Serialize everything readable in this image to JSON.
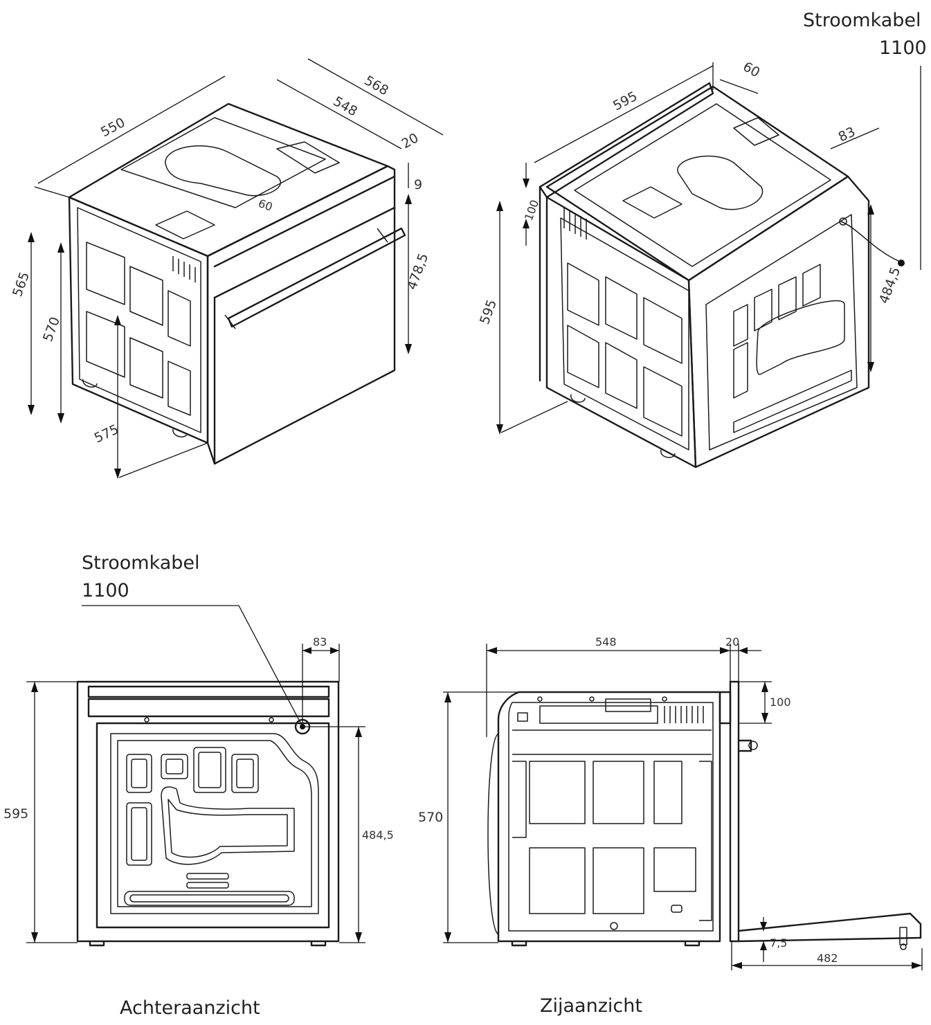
{
  "views": {
    "iso_front": {
      "dims": {
        "d550": "550",
        "d548": "548",
        "d568": "568",
        "d20": "20",
        "d9": "9",
        "d60": "60",
        "d565": "565",
        "d570": "570",
        "d575": "575",
        "d478": "478,5"
      }
    },
    "iso_rear": {
      "cable_label": "Stroomkabel",
      "cable_length": "1100",
      "dims": {
        "d595w": "595",
        "d60": "60",
        "d83": "83",
        "d100": "100",
        "d595h": "595",
        "d484": "484,5"
      }
    },
    "rear": {
      "title": "Achteraanzicht",
      "cable_label": "Stroomkabel",
      "cable_length": "1100",
      "dims": {
        "d83": "83",
        "d595": "595",
        "d484": "484,5"
      }
    },
    "side": {
      "title": "Zijaanzicht",
      "dims": {
        "d548": "548",
        "d20": "20",
        "d100": "100",
        "d570": "570",
        "d75": "7,5",
        "d482": "482"
      }
    }
  }
}
